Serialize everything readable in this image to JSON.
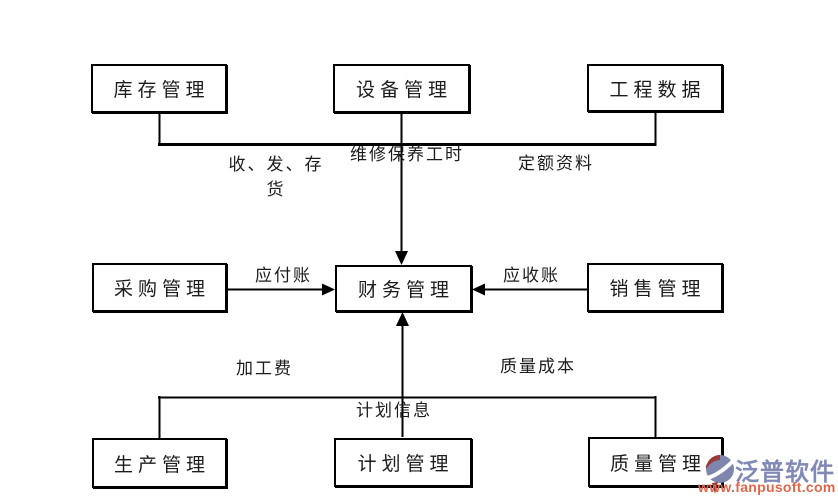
{
  "diagram": {
    "nodes": {
      "inventory": {
        "label": "库存管理"
      },
      "equipment": {
        "label": "设备管理"
      },
      "engineering": {
        "label": "工程数据"
      },
      "purchasing": {
        "label": "采购管理"
      },
      "finance": {
        "label": "财务管理"
      },
      "sales": {
        "label": "销售管理"
      },
      "production": {
        "label": "生产管理"
      },
      "planning": {
        "label": "计划管理"
      },
      "quality": {
        "label": "质量管理"
      }
    },
    "edges": {
      "inventory_to_finance": "收、发、存货",
      "equipment_to_finance": "维修保养工时",
      "engineering_to_finance": "定额资料",
      "purchasing_to_finance": "应付账",
      "sales_to_finance": "应收账",
      "production_to_finance": "加工费",
      "quality_to_finance": "质量成本",
      "planning_to_finance": "计划信息"
    },
    "colors": {
      "background": "#ffffff",
      "line": "#000000",
      "box_border": "#000000",
      "text": "#1c1c1c"
    }
  },
  "watermark": {
    "brand": "泛普软件",
    "url": "www.fanpusoft.com",
    "brand_color": "#8189b6",
    "url_color": "#e2664b",
    "icon": "fanpu-logo-icon",
    "icon_colors": {
      "red": "#9c3a38",
      "blue": "#7e86ad"
    }
  }
}
